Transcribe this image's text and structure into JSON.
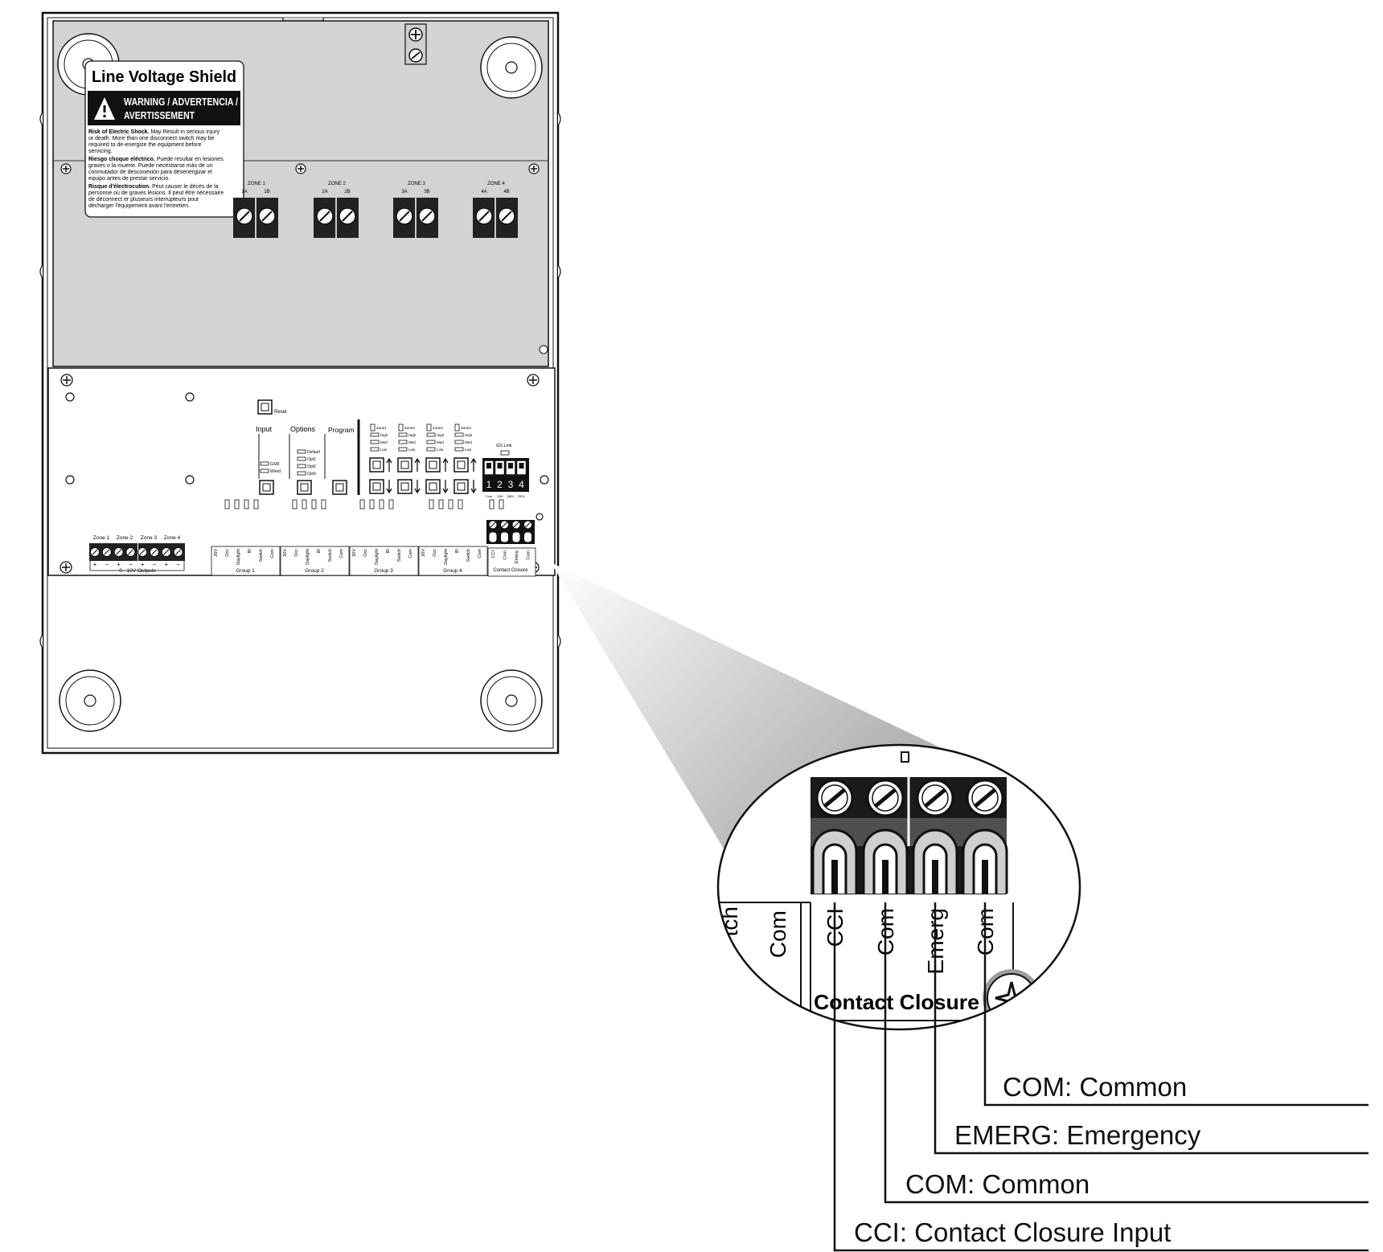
{
  "shield": {
    "title": "Line Voltage Shield",
    "warning": [
      "WARNING / ADVERTENCIA /",
      "AVERTISSEMENT"
    ],
    "en_head": "Risk of Electric Shock.",
    "en_body": [
      "May Result in serious injury",
      "or death. More than one disconnect switch may be",
      "required to de-energize the equipment before",
      "servicing."
    ],
    "es_head": "Riesgo choque eléctrico.",
    "es_body": [
      "Puede resultar en lesiones",
      "graves o la muerte. Puede necesitarse más de un",
      "conmutador de desconexión para desenergizar el",
      "equipo antes de prestar servicio."
    ],
    "fr_head": "Risque d'électrocution.",
    "fr_body": [
      "Peut causer le décès de la",
      "personne ou de graves lésions. Il peut être nécessaire",
      "de déconnect er plusieurs interrupteurs pour",
      "décharger l'équipement avant l'entretien."
    ]
  },
  "zones": [
    {
      "title": "ZONE 1",
      "a": "1A",
      "b": "1B"
    },
    {
      "title": "ZONE 2",
      "a": "2A",
      "b": "2B"
    },
    {
      "title": "ZONE 3",
      "a": "3A",
      "b": "3B"
    },
    {
      "title": "ZONE 4",
      "a": "4A",
      "b": "4B"
    }
  ],
  "board": {
    "reset": "Reset",
    "input": "Input",
    "options": "Options",
    "program": "Program",
    "input_leds": [
      "GSM",
      "Wired"
    ],
    "option_leds": [
      "Default",
      "Opt1",
      "Opt2",
      "Opt3"
    ],
    "zone_leds": [
      [
        "Zone1",
        "High",
        "Med",
        "Low"
      ],
      [
        "Zone2",
        "High",
        "Med",
        "Low"
      ],
      [
        "Zone3",
        "High",
        "Med",
        "Low"
      ],
      [
        "Zone4",
        "High",
        "Med",
        "Low"
      ]
    ],
    "gs_link": "GS Link",
    "dip_numbers": [
      "1",
      "2",
      "3",
      "4"
    ],
    "dip_labels": [
      "Com",
      "24B",
      "BBX",
      "RRX"
    ],
    "outputs_zones": [
      "Zone 1",
      "Zone 2",
      "Zone 3",
      "Zone 4"
    ],
    "outputs_label": "0 - 10V Outputs",
    "group_terms": [
      "20V",
      "Occ",
      "Daylight",
      "IR",
      "Switch",
      "Com"
    ],
    "groups": [
      "Group 1",
      "Group 2",
      "Group 3",
      "Group 4"
    ],
    "cc_terms": [
      "CCI",
      "Com",
      "Emerg",
      "Com"
    ],
    "cc_label": "Contact Closure"
  },
  "zoom": {
    "partial_left": "tch",
    "com_left": "Com",
    "terms": [
      "CCI",
      "Com",
      "Emerg",
      "Com"
    ],
    "label": "Contact Closure"
  },
  "legend": [
    "COM: Common",
    "EMERG: Emergency",
    "COM: Common",
    "CCI: Contact Closure Input"
  ]
}
